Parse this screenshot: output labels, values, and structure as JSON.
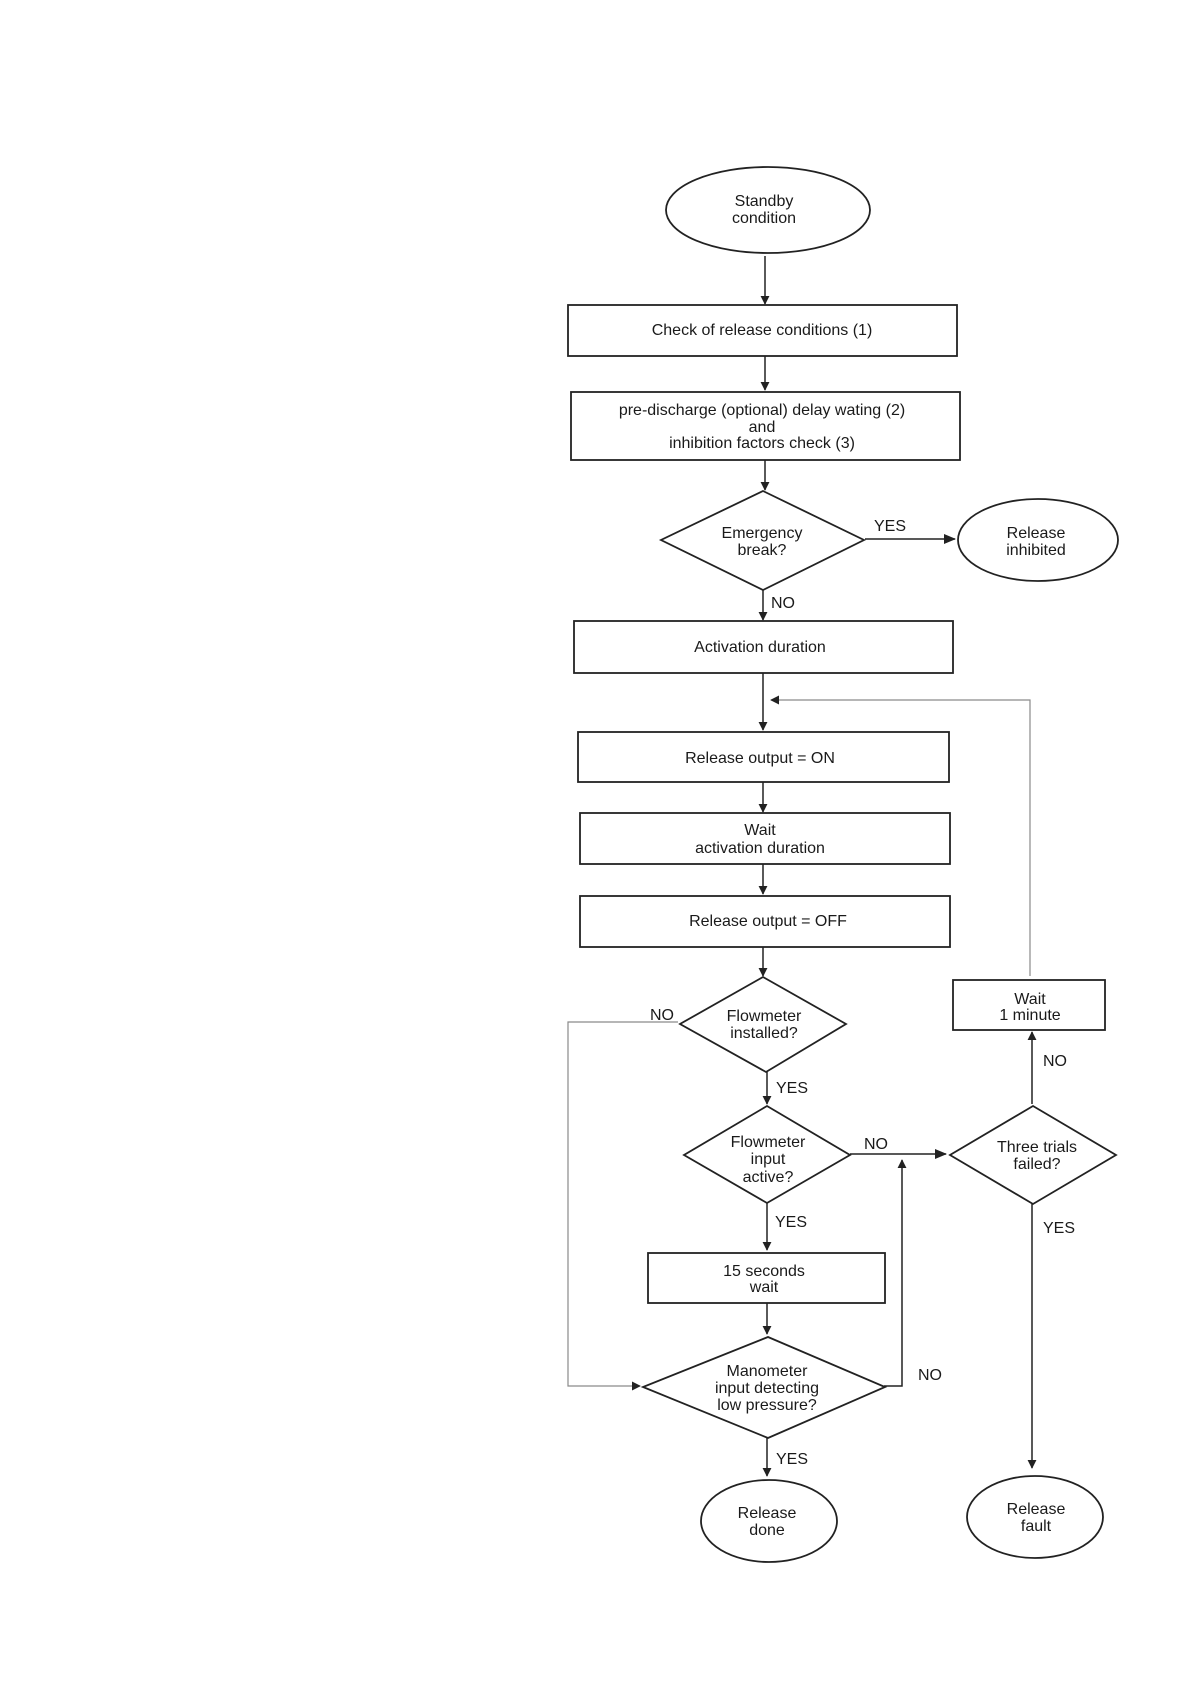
{
  "nodes": {
    "standby": [
      "Standby",
      "condition"
    ],
    "check_release": [
      "Check of release conditions (1)"
    ],
    "pre_discharge": [
      "pre-discharge (optional) delay wating (2)",
      "and",
      "inhibition factors check (3)"
    ],
    "emergency_break": [
      "Emergency",
      "break?"
    ],
    "release_inhibited": [
      "Release",
      "inhibited"
    ],
    "activation_duration": [
      "Activation duration"
    ],
    "release_output_on": [
      "Release output = ON"
    ],
    "wait_activation": [
      "Wait",
      "activation duration"
    ],
    "release_output_off": [
      "Release output = OFF"
    ],
    "flowmeter_installed": [
      "Flowmeter",
      "installed?"
    ],
    "wait_1_minute": [
      "Wait",
      "1 minute"
    ],
    "flowmeter_input_active": [
      "Flowmeter",
      "input",
      "active?"
    ],
    "three_trials_failed": [
      "Three trials",
      "failed?"
    ],
    "wait_15_seconds": [
      "15 seconds",
      "wait"
    ],
    "manometer_low_pressure": [
      "Manometer",
      "input detecting",
      "low pressure?"
    ],
    "release_done": [
      "Release",
      "done"
    ],
    "release_fault": [
      "Release",
      "fault"
    ]
  },
  "edge_labels": {
    "emergency_yes": "YES",
    "emergency_no": "NO",
    "flowmeter_installed_no": "NO",
    "flowmeter_installed_yes": "YES",
    "flowmeter_input_no": "NO",
    "flowmeter_input_yes": "YES",
    "three_trials_no": "NO",
    "three_trials_yes": "YES",
    "manometer_no": "NO",
    "manometer_yes": "YES"
  },
  "colors": {
    "line": "#222222",
    "loop_line": "#8a8a8a",
    "background": "#ffffff"
  }
}
